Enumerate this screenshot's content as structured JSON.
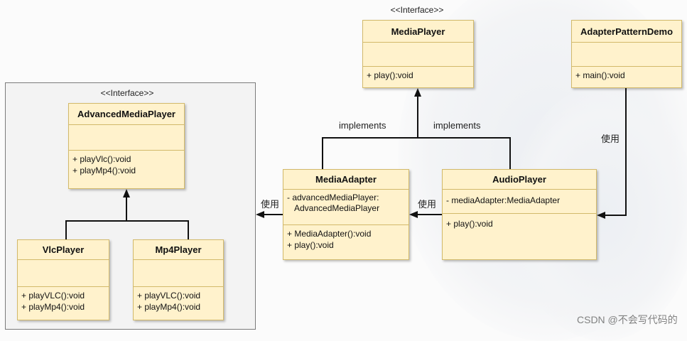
{
  "diagram": {
    "interfaces": {
      "advanced_stereotype": "<<Interface>>",
      "media_stereotype": "<<Interface>>"
    },
    "classes": {
      "advanced_media_player": {
        "name": "AdvancedMediaPlayer",
        "methods": [
          "+ playVlc():void",
          "+ playMp4():void"
        ]
      },
      "vlc_player": {
        "name": "VlcPlayer",
        "methods": [
          "+ playVLC():void",
          "+ playMp4():void"
        ]
      },
      "mp4_player": {
        "name": "Mp4Player",
        "methods": [
          "+ playVLC():void",
          "+ playMp4():void"
        ]
      },
      "media_player": {
        "name": "MediaPlayer",
        "methods": [
          "+ play():void"
        ]
      },
      "adapter_pattern_demo": {
        "name": "AdapterPatternDemo",
        "methods": [
          "+ main():void"
        ]
      },
      "media_adapter": {
        "name": "MediaAdapter",
        "field_line1": "- advancedMediaPlayer:",
        "field_line2": "AdvancedMediaPlayer",
        "methods": [
          "+ MediaAdapter():void",
          "+ play():void"
        ]
      },
      "audio_player": {
        "name": "AudioPlayer",
        "fields": [
          "- mediaAdapter:MediaAdapter"
        ],
        "methods": [
          "+ play():void"
        ]
      }
    },
    "edge_labels": {
      "implements_left": "implements",
      "implements_right": "implements",
      "use_demo_audio": "使用",
      "use_audio_adapter": "使用",
      "use_adapter_advanced": "使用"
    },
    "watermark": "CSDN @不会写代码的"
  }
}
